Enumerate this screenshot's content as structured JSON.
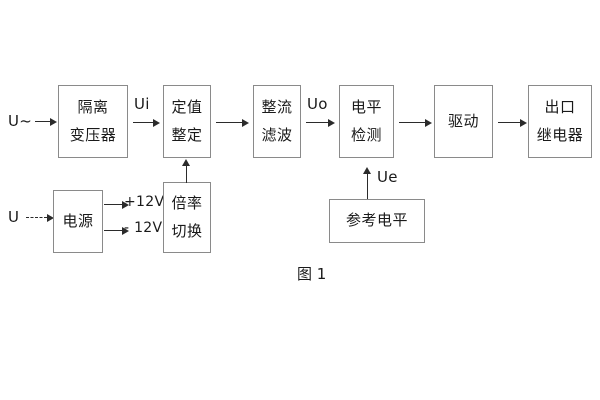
{
  "figure": {
    "caption": "图 1",
    "background": "#ffffff",
    "box_border_color": "#8a8a8a",
    "line_color": "#2b2b2b"
  },
  "signal_chain": {
    "input_label": "U~",
    "blocks": [
      {
        "id": "isolation-transformer",
        "lines": [
          "隔离",
          "变压器"
        ]
      },
      {
        "id": "setting-value",
        "lines": [
          "定值",
          "整定"
        ]
      },
      {
        "id": "rectify-filter",
        "lines": [
          "整流",
          "滤波"
        ]
      },
      {
        "id": "level-detection",
        "lines": [
          "电平",
          "检测"
        ]
      },
      {
        "id": "drive",
        "lines": [
          "驱动"
        ]
      },
      {
        "id": "output-relay",
        "lines": [
          "出口",
          "继电器"
        ]
      }
    ],
    "signal_labels": {
      "ui": "Ui",
      "uo": "Uo",
      "ue": "Ue"
    }
  },
  "power_section": {
    "input_label": "U",
    "supply_block": {
      "id": "power-supply",
      "lines": [
        "电源"
      ]
    },
    "rails": [
      {
        "id": "rail-positive",
        "label": "+12V"
      },
      {
        "id": "rail-negative",
        "label": "- 12V"
      }
    ],
    "multiplier_block": {
      "id": "multiplier-switch",
      "lines": [
        "倍率",
        "切换"
      ]
    }
  },
  "reference_section": {
    "block": {
      "id": "reference-level",
      "lines": [
        "参考电平"
      ]
    }
  }
}
